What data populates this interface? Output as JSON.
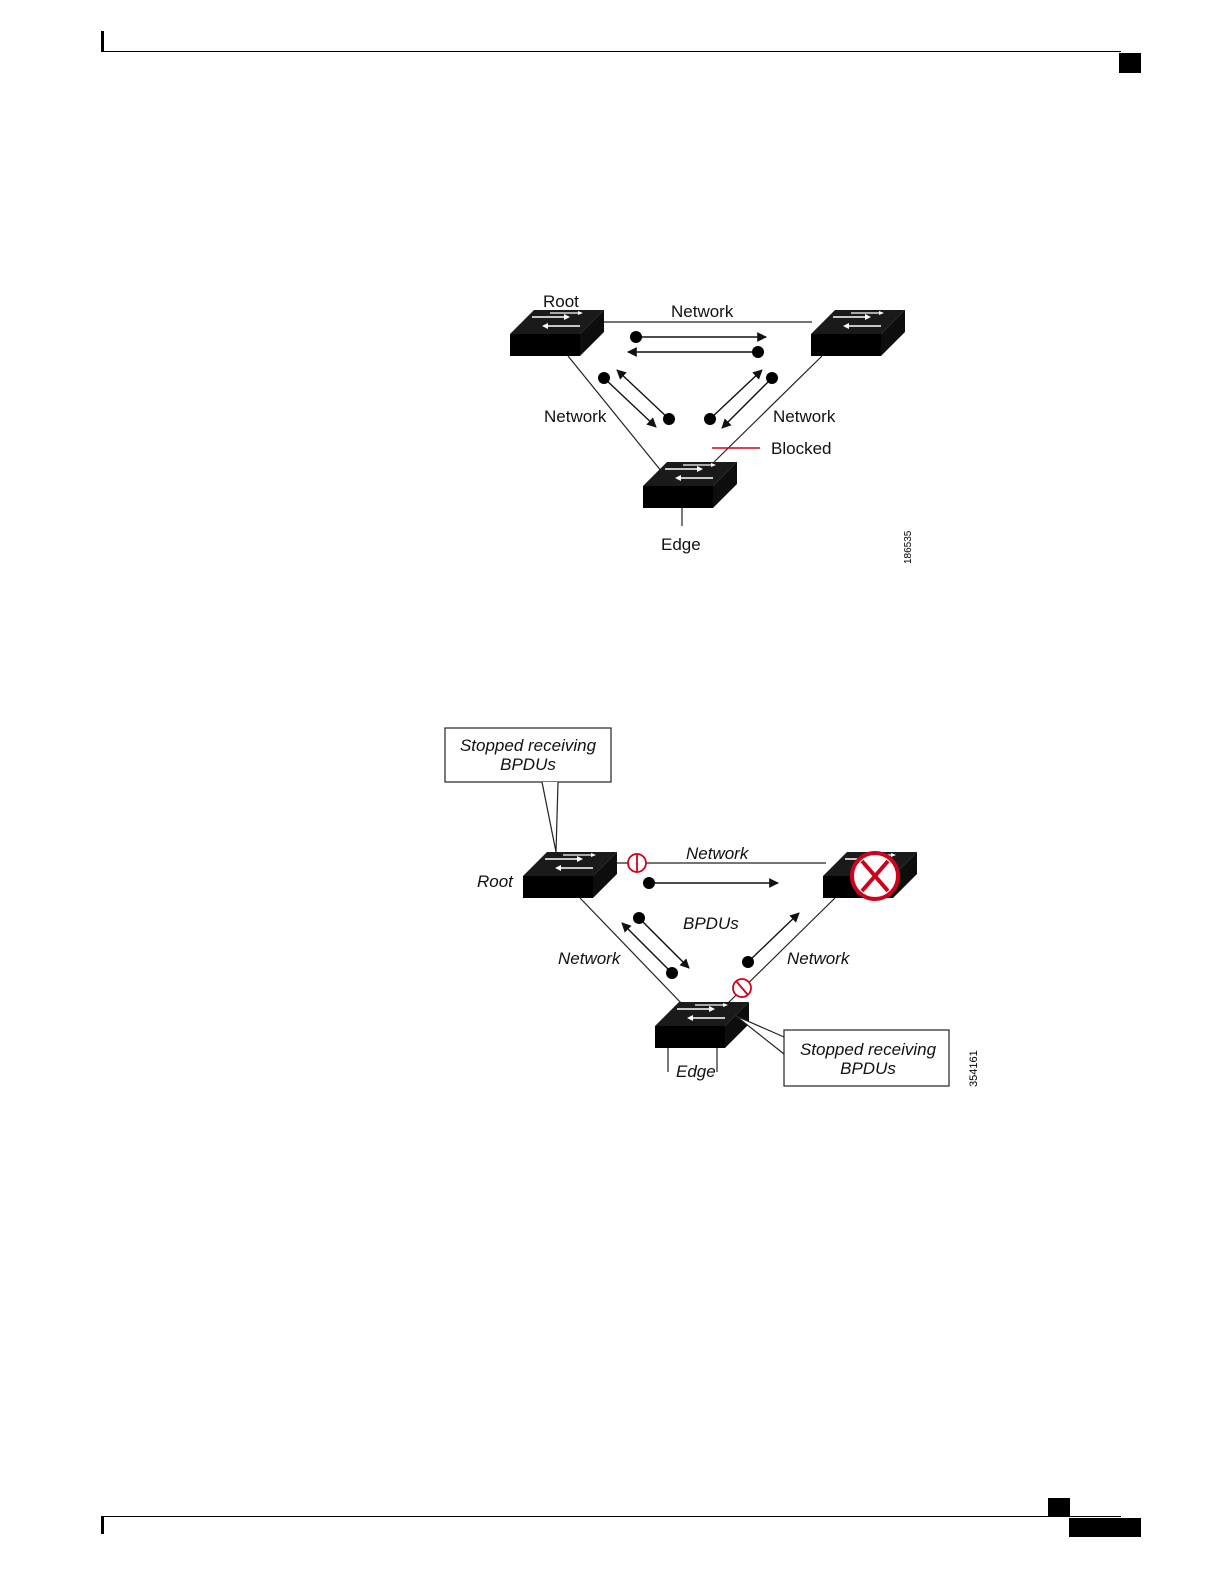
{
  "figure1": {
    "labels": {
      "root": "Root",
      "network_top": "Network",
      "network_left": "Network",
      "network_right": "Network",
      "blocked": "Blocked",
      "edge": "Edge",
      "figure_id": "186535"
    },
    "colors": {
      "blocked_line": "#d0021b"
    }
  },
  "figure2": {
    "labels": {
      "callout_top": [
        "Stopped receiving",
        "BPDUs"
      ],
      "root": "Root",
      "network_top": "Network",
      "bpdus": "BPDUs",
      "network_left": "Network",
      "network_right": "Network",
      "edge": "Edge",
      "callout_bottom": [
        "Stopped receiving",
        "BPDUs"
      ],
      "figure_id": "354161"
    },
    "colors": {
      "blocked_symbol": "#d0021b",
      "failure_symbol": "#d0021b"
    },
    "icons": [
      "switch-icon",
      "blocked-port-icon",
      "failed-switch-icon"
    ]
  }
}
